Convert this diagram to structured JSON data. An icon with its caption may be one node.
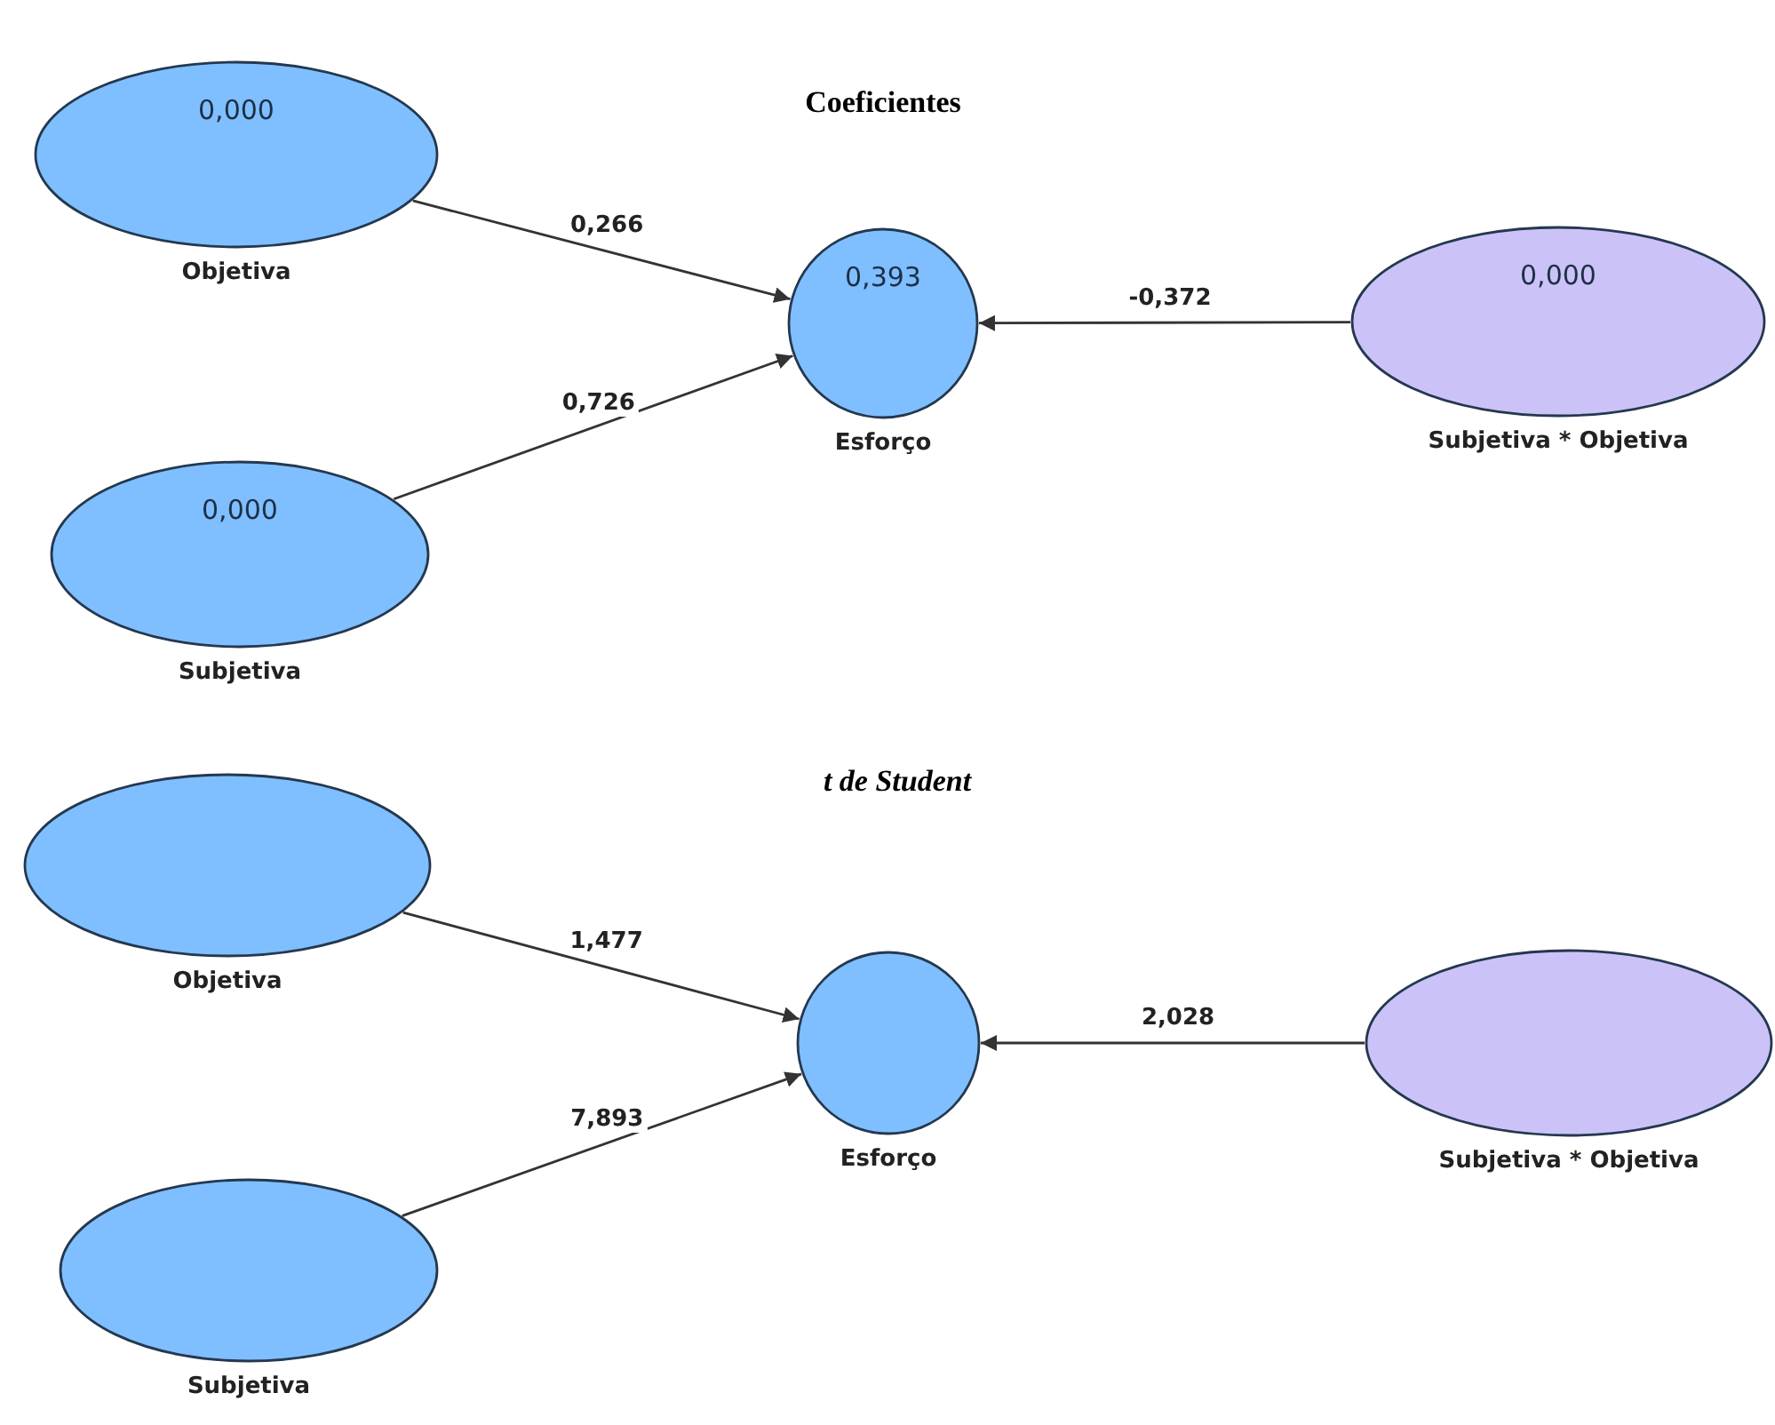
{
  "diagram": {
    "nodes": [
      {
        "text": [
          "0,000",
          "Objetiva"
        ]
      },
      {
        "text": [
          "0,000",
          "Subjetiva"
        ]
      },
      {
        "text": [
          "0,393",
          "Esforço"
        ]
      },
      {
        "text": [
          "0,000",
          "Subjetiva * Objetiva"
        ]
      },
      {
        "text": [
          "Objetiva"
        ]
      },
      {
        "text": [
          "Subjetiva"
        ]
      },
      {
        "text": [
          "Esforço"
        ]
      },
      {
        "text": [
          "Subjetiva * Objetiva"
        ]
      }
    ],
    "edges": [
      {
        "from": 0,
        "to": 2,
        "arrow": "to",
        "label": "0,266"
      },
      {
        "from": 1,
        "to": 2,
        "arrow": "to",
        "label": "0,726"
      },
      {
        "from": 3,
        "to": 2,
        "arrow": "to",
        "label": "-0,372"
      },
      {
        "from": 4,
        "to": 6,
        "arrow": "to",
        "label": "1,477"
      },
      {
        "from": 5,
        "to": 6,
        "arrow": "to",
        "label": "7,893"
      },
      {
        "from": 7,
        "to": 6,
        "arrow": "to",
        "label": "2,028"
      }
    ],
    "labels": [
      "Coeficientes",
      "t de Student"
    ]
  }
}
